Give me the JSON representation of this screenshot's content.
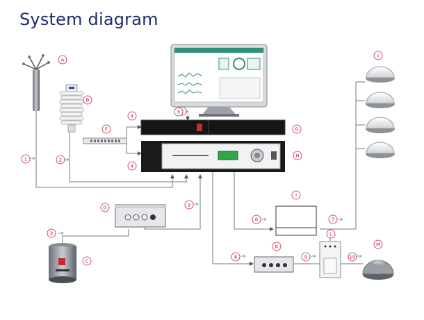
{
  "title": "System diagram",
  "component_labels": [
    "A",
    "B",
    "C",
    "D",
    "E",
    "F",
    "G",
    "H",
    "I",
    "J",
    "K",
    "L",
    "M"
  ],
  "connection_labels": [
    "1",
    "2",
    "3",
    "3",
    "4",
    "4",
    "5",
    "6",
    "7",
    "8",
    "9",
    "10"
  ],
  "colors": {
    "title": "#1f2a6b",
    "label_ring": "#c0203a",
    "line": "#777777",
    "arrow": "#8aa0d0"
  },
  "icons": [
    "wind-sensor-icon",
    "weather-sensor-icon",
    "rain-gauge-icon",
    "junction-box-icon",
    "monitor-icon",
    "network-switch-icon",
    "server-unit-icon",
    "main-controller-icon",
    "io-box-icon",
    "dome-sensor-icon",
    "terminal-box-icon",
    "power-supply-icon",
    "round-sensor-icon"
  ]
}
